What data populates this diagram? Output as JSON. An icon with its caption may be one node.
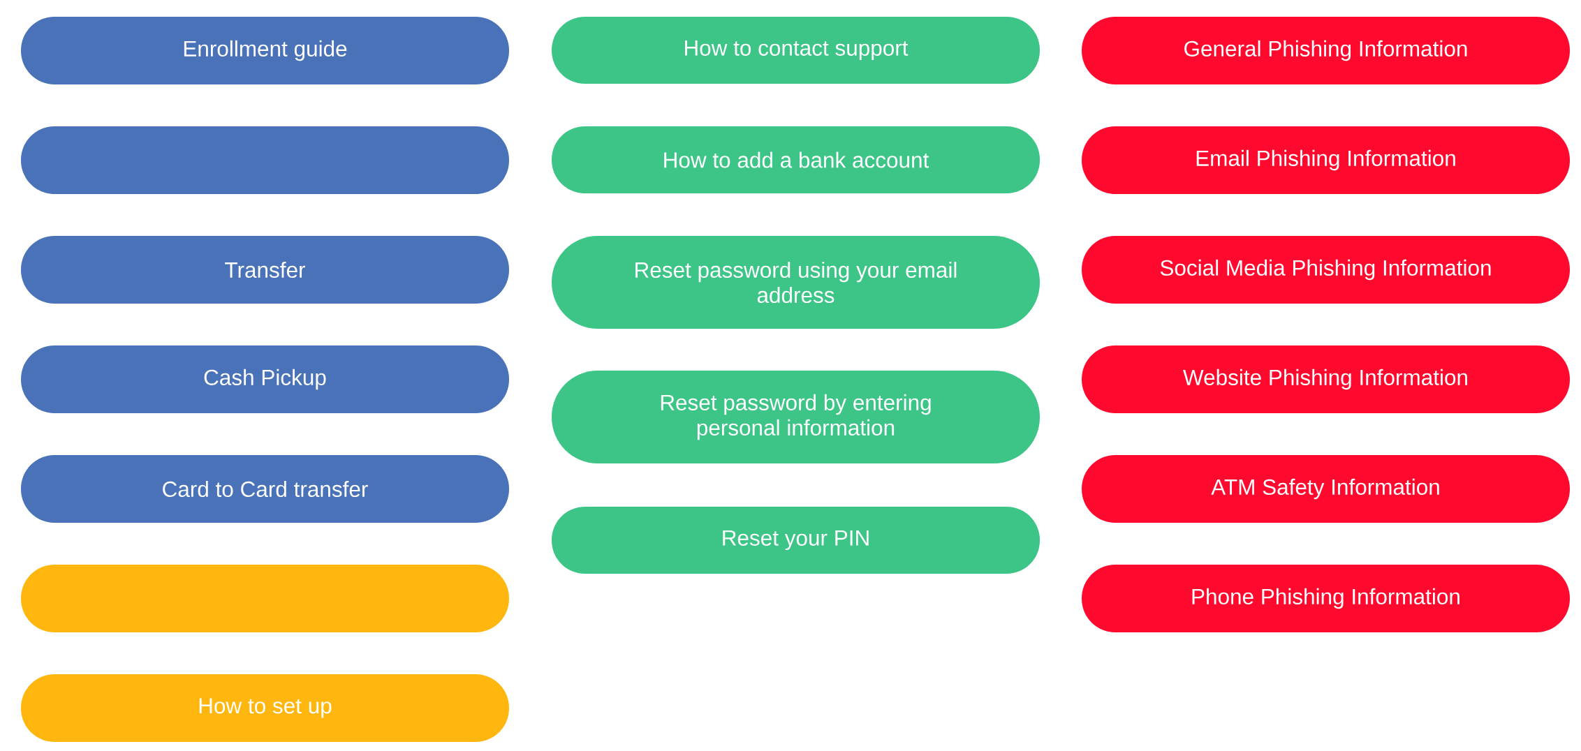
{
  "diagram": {
    "nodes": [
      {
        "text": [
          "Enrollment guide"
        ]
      },
      {
        "text": [],
        "shape": "box"
      },
      {
        "text": [
          "Transfer"
        ]
      },
      {
        "text": [
          "Cash Pickup"
        ]
      },
      {
        "text": [
          "Card to Card transfer"
        ]
      },
      {
        "text": [],
        "shape": "box"
      },
      {
        "text": [
          "How to set up"
        ]
      },
      {
        "text": [
          "How to contact support"
        ]
      },
      {
        "text": [
          "How to add a bank account"
        ]
      },
      {
        "text": [
          "Reset password using your email address"
        ]
      },
      {
        "text": [
          "Reset password by entering personal information"
        ]
      },
      {
        "text": [
          "Reset your PIN"
        ]
      },
      {
        "text": [
          "General Phishing Information"
        ]
      },
      {
        "text": [
          "Email Phishing Information"
        ]
      },
      {
        "text": [
          "Social Media Phishing Information"
        ]
      },
      {
        "text": [
          "Website Phishing Information"
        ]
      },
      {
        "text": [
          "ATM Safety Information"
        ]
      },
      {
        "text": [
          "Phone Phishing Information"
        ]
      }
    ],
    "edges": []
  }
}
